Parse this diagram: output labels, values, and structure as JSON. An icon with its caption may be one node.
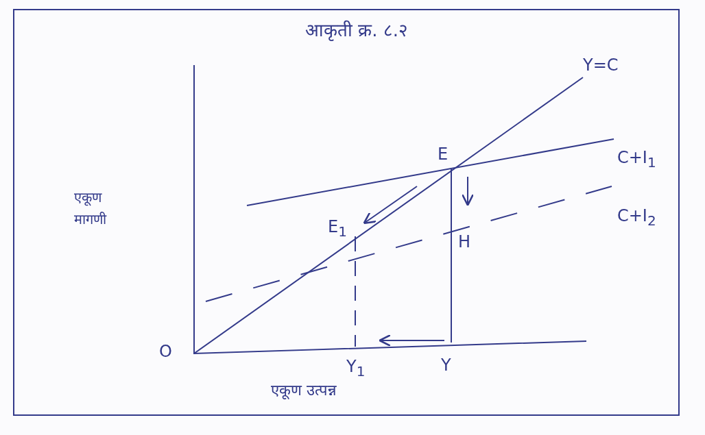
{
  "diagram": {
    "title": "आकृती क्र. ८.२",
    "labels": [
      "एकूण मागणी",
      "Y=C",
      "E",
      "C+I$_{1}$",
      "E$_{1}$",
      "H",
      "C+I$_{2}$",
      "O",
      "Y$_{1}$",
      "Y",
      "एकूण उत्पन्न"
    ]
  }
}
